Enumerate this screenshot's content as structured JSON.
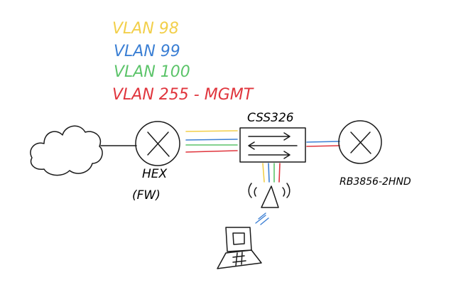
{
  "legend": [
    {
      "label": "VLAN 98",
      "color": "#f2cf4a"
    },
    {
      "label": "VLAN 99",
      "color": "#3b7fd4"
    },
    {
      "label": "VLAN 100",
      "color": "#5cc46a"
    },
    {
      "label": "VLAN 255 - MGMT",
      "color": "#e0353d"
    }
  ],
  "nodes": {
    "switch_label": "CSS326",
    "router_left_label": "HEX",
    "router_left_sub": "(FW)",
    "router_right_label": "RB3856-2HND"
  },
  "colors": {
    "ink": "#1a1a1a",
    "wifi": "#3b7fd4"
  },
  "icons": [
    "cloud-icon",
    "router-icon",
    "switch-icon",
    "access-point-icon",
    "laptop-icon",
    "wifi-signal-icon"
  ]
}
